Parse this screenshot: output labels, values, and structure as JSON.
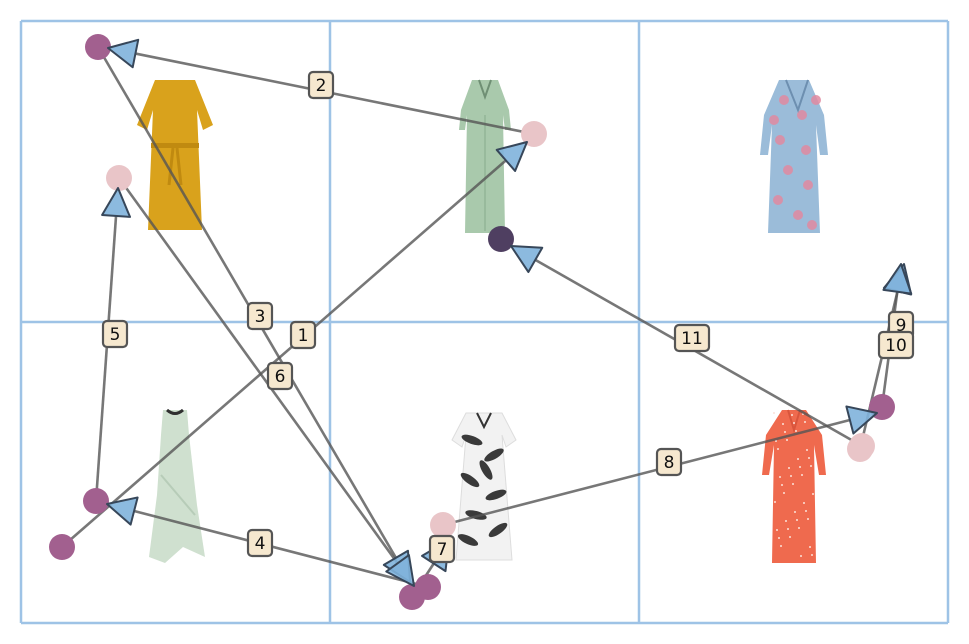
{
  "grid": {
    "rows": 2,
    "cols": 3,
    "line_color": "#9ec3e6"
  },
  "tiles": [
    {
      "id": 1,
      "row": 0,
      "col": 0,
      "item": "mustard-dress-icon",
      "colors": [
        "#d9a21c",
        "#c08a10"
      ]
    },
    {
      "id": 2,
      "row": 0,
      "col": 1,
      "item": "sage-maxi-dress-icon",
      "colors": [
        "#a9c9ac",
        "#93b597"
      ]
    },
    {
      "id": 3,
      "row": 0,
      "col": 2,
      "item": "blue-floral-wrap-dress-icon",
      "colors": [
        "#9bbcd9",
        "#e08aa0"
      ]
    },
    {
      "id": 4,
      "row": 1,
      "col": 0,
      "item": "mint-dotted-dress-icon",
      "colors": [
        "#cfe0cf",
        "#b7ccb8"
      ]
    },
    {
      "id": 5,
      "row": 1,
      "col": 1,
      "item": "black-white-leaf-dress-icon",
      "colors": [
        "#f2f2f2",
        "#3a3a3a"
      ]
    },
    {
      "id": 6,
      "row": 1,
      "col": 2,
      "item": "coral-dotted-dress-icon",
      "colors": [
        "#ef6a4e",
        "#d9553c"
      ]
    }
  ],
  "arrow_style": {
    "line_color": "#555555",
    "head_fill": "#7fb2dc",
    "head_stroke": "#37475a",
    "label_fill": "#f6e8cf",
    "label_stroke": "#555555"
  },
  "steps": [
    {
      "label": "1",
      "start_dot": "#a2608f"
    },
    {
      "label": "2",
      "start_dot": "#e9c5c8"
    },
    {
      "label": "3",
      "start_dot": "#a2608f"
    },
    {
      "label": "4",
      "start_dot": "#a2608f"
    },
    {
      "label": "5",
      "start_dot": "#a2608f"
    },
    {
      "label": "6",
      "start_dot": "#e9c5c8"
    },
    {
      "label": "7",
      "start_dot": "#a2608f"
    },
    {
      "label": "8",
      "start_dot": "#e9c5c8"
    },
    {
      "label": "9",
      "start_dot": "#e9c5c8"
    },
    {
      "label": "10",
      "start_dot": "#a2608f"
    },
    {
      "label": "11",
      "start_dot": "#e9c5c8"
    }
  ],
  "end_marker": {
    "color": "#4f3f61"
  }
}
